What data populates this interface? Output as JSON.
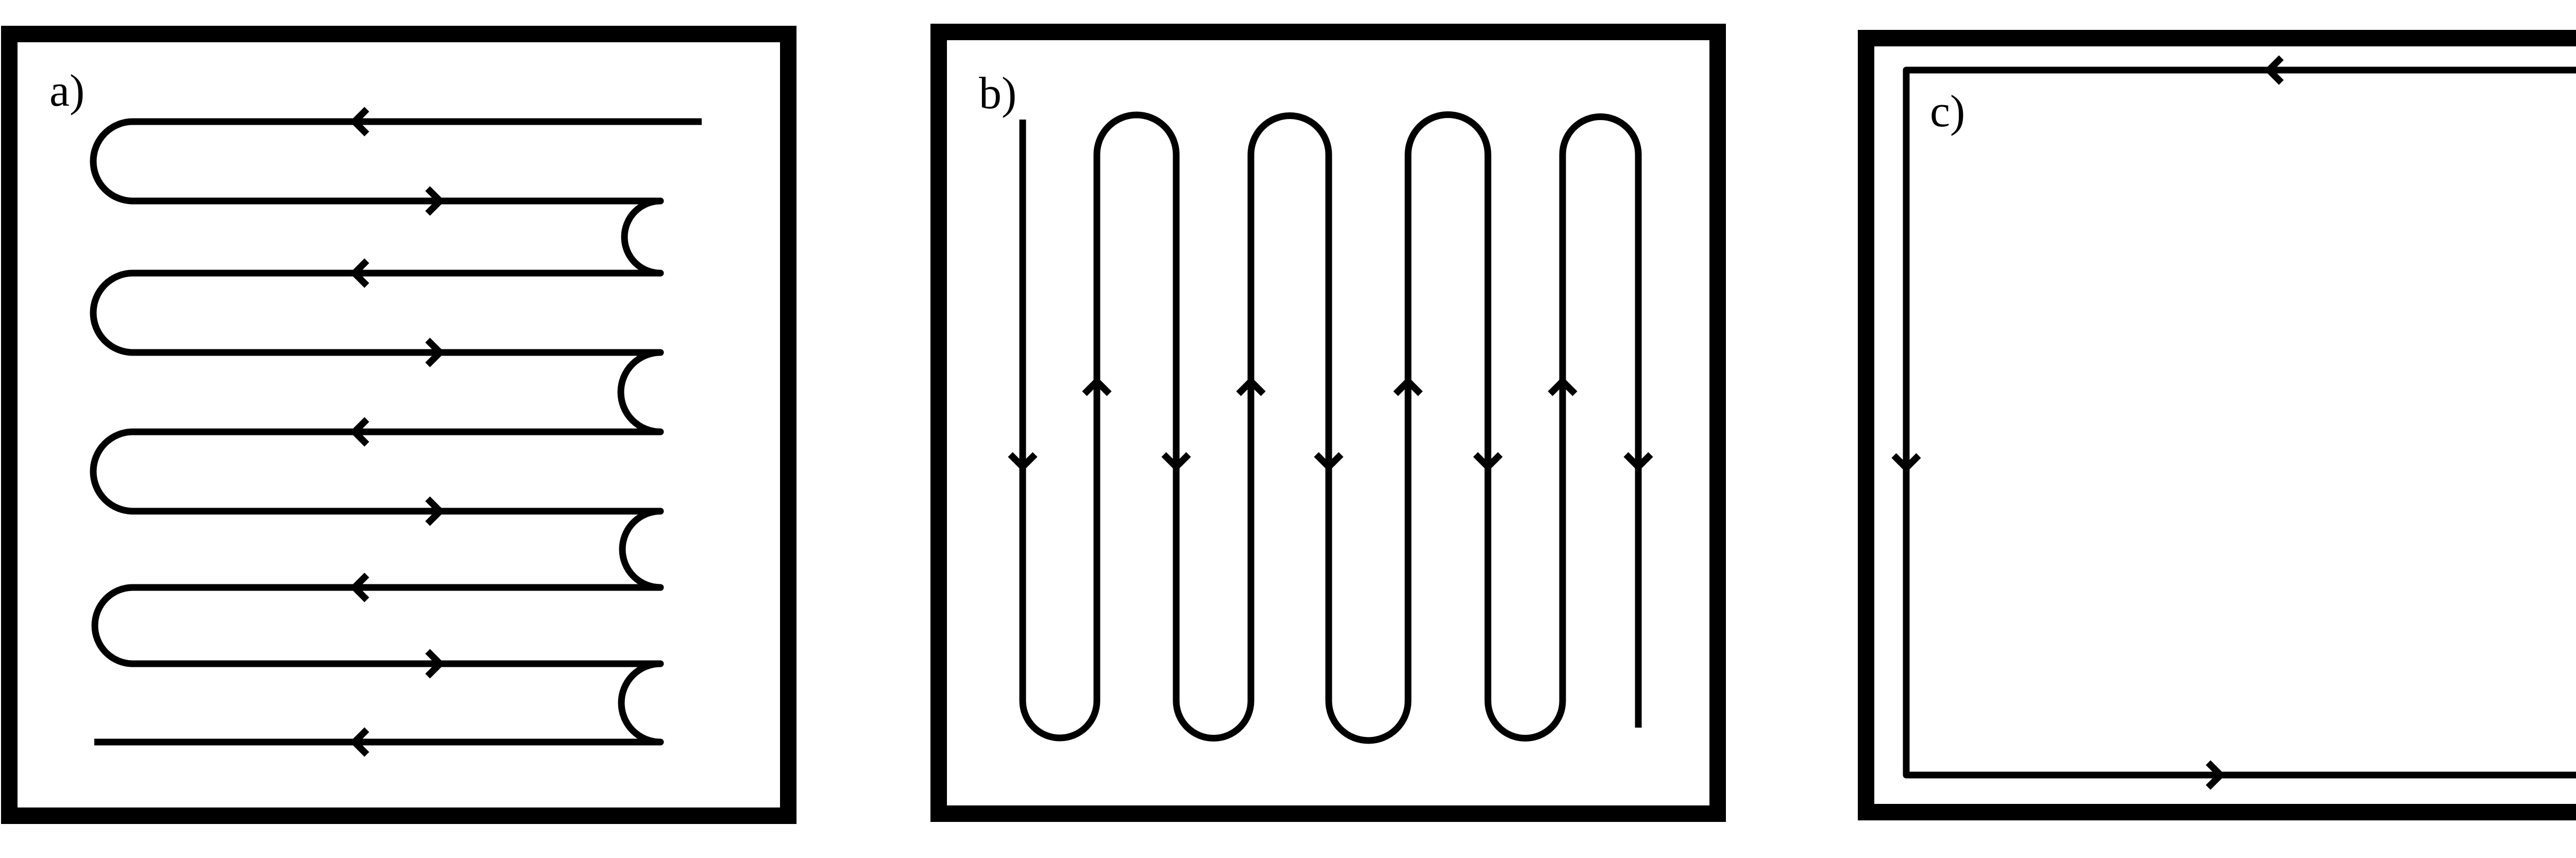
{
  "panels": [
    {
      "id": "a",
      "label": "a)",
      "pattern": "horizontal-serpentine"
    },
    {
      "id": "b",
      "label": "b)",
      "pattern": "vertical-serpentine"
    },
    {
      "id": "c",
      "label": "c)",
      "pattern": "perimeter-loop"
    }
  ],
  "colors": {
    "line": "#000000",
    "background": "#ffffff"
  }
}
